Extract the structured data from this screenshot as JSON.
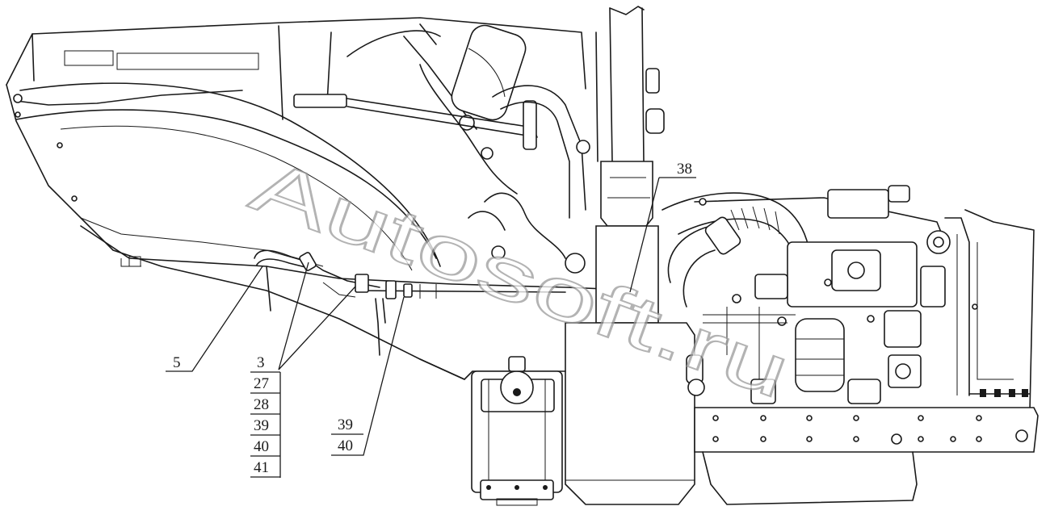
{
  "watermark": "Autosoft.ru",
  "callouts": {
    "c5": "5",
    "c3": "3",
    "c27": "27",
    "c28": "28",
    "c39a": "39",
    "c40a": "40",
    "c41": "41",
    "c39b": "39",
    "c40b": "40",
    "c38": "38"
  }
}
